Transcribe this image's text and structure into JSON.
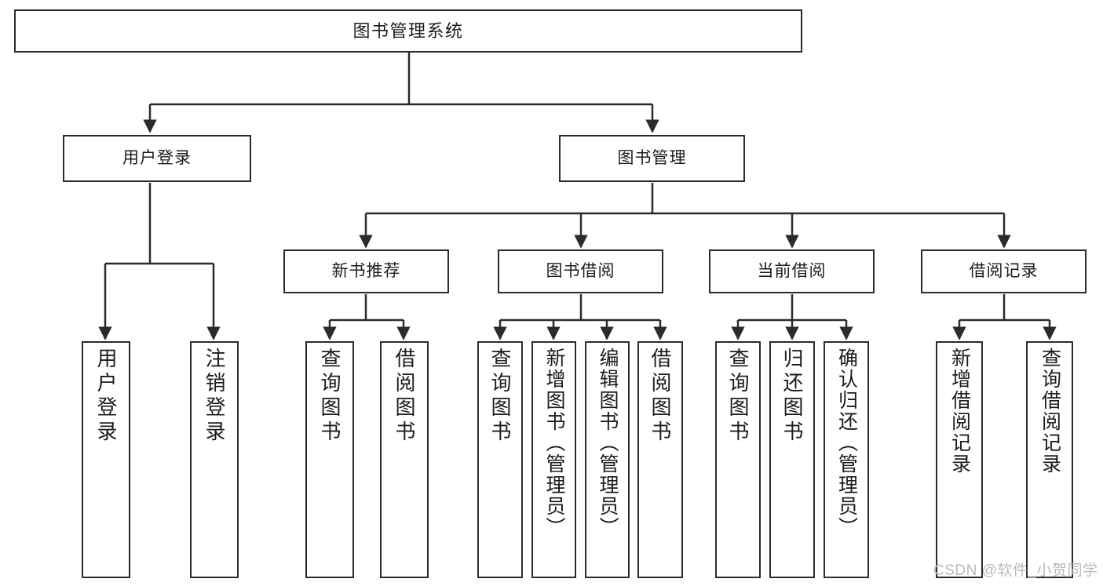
{
  "diagram": {
    "title": "图书管理系统",
    "type": "hierarchy-tree",
    "levels": 4,
    "colors": {
      "stroke": "#2b2b2b",
      "fill": "#ffffff",
      "text": "#1c1c1c",
      "watermark": "#b9b9b9"
    },
    "root": {
      "label": "图书管理系统"
    },
    "level2": [
      {
        "label": "用户登录"
      },
      {
        "label": "图书管理"
      }
    ],
    "level3": [
      {
        "label": "新书推荐"
      },
      {
        "label": "图书借阅"
      },
      {
        "label": "当前借阅"
      },
      {
        "label": "借阅记录"
      }
    ],
    "leaves": {
      "user_login": [
        {
          "label": "用户登录"
        },
        {
          "label": "注销登录"
        }
      ],
      "new_book_recommend": [
        {
          "label": "查询图书"
        },
        {
          "label": "借阅图书"
        }
      ],
      "book_borrow": [
        {
          "label": "查询图书"
        },
        {
          "label": "新增图书（管理员）"
        },
        {
          "label": "编辑图书（管理员）"
        },
        {
          "label": "借阅图书"
        }
      ],
      "current_borrow": [
        {
          "label": "查询图书"
        },
        {
          "label": "归还图书"
        },
        {
          "label": "确认归还（管理员）"
        }
      ],
      "borrow_record": [
        {
          "label": "新增借阅记录"
        },
        {
          "label": "查询借阅记录"
        }
      ]
    },
    "watermark": "CSDN @软件_小贺同学"
  }
}
